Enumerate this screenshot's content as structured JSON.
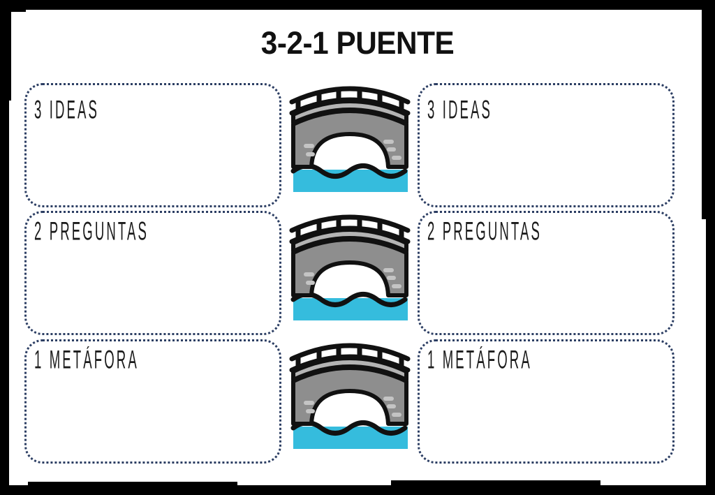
{
  "page": {
    "title": "3-2-1 PUENTE",
    "background_color": "#ffffff",
    "frame_color": "#000000"
  },
  "theme": {
    "dotted_border_color": "#2c3e63",
    "text_color": "#1b1b1b",
    "stone_gray": "#8e8e8e",
    "stone_light_gray": "#b4b4b4",
    "stone_brick_mark": "#c4c4c4",
    "water_cyan": "#35bcdd",
    "outline_black": "#111111"
  },
  "rows": [
    {
      "label_left": "3 IDEAS",
      "label_right": "3 IDEAS",
      "icon": "bridge-icon"
    },
    {
      "label_left": "2 PREGUNTAS",
      "label_right": "2 PREGUNTAS",
      "icon": "bridge-icon"
    },
    {
      "label_left": "1 METÁFORA",
      "label_right": "1 METÁFORA",
      "icon": "bridge-icon"
    }
  ]
}
